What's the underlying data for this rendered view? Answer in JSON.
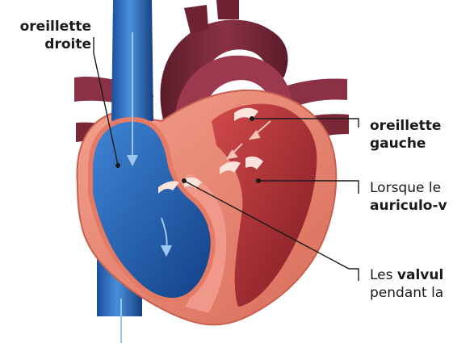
{
  "labels": {
    "right_atrium_line1": "oreillette",
    "right_atrium_line2": "droite",
    "left_atrium_line1": "oreillette",
    "left_atrium_line2": "gauche",
    "caption1_plain": "Lorsque le",
    "caption1_bold": "auriculo-v",
    "caption2_plain": "Les ",
    "caption2_bold": "valvul",
    "caption2_line2": "pendant la"
  },
  "colors": {
    "wall": "#ea8b79",
    "wall_dark": "#c9604f",
    "blood_blue": "#1f5fb8",
    "blood_blue_dark": "#123f86",
    "blood_red": "#b8323a",
    "blood_red_dark": "#7e1a23",
    "artery": "#7a2838",
    "valve": "#fbe2da",
    "leader": "#1a1a1a"
  },
  "icons": [
    "flow-arrow-icon"
  ]
}
